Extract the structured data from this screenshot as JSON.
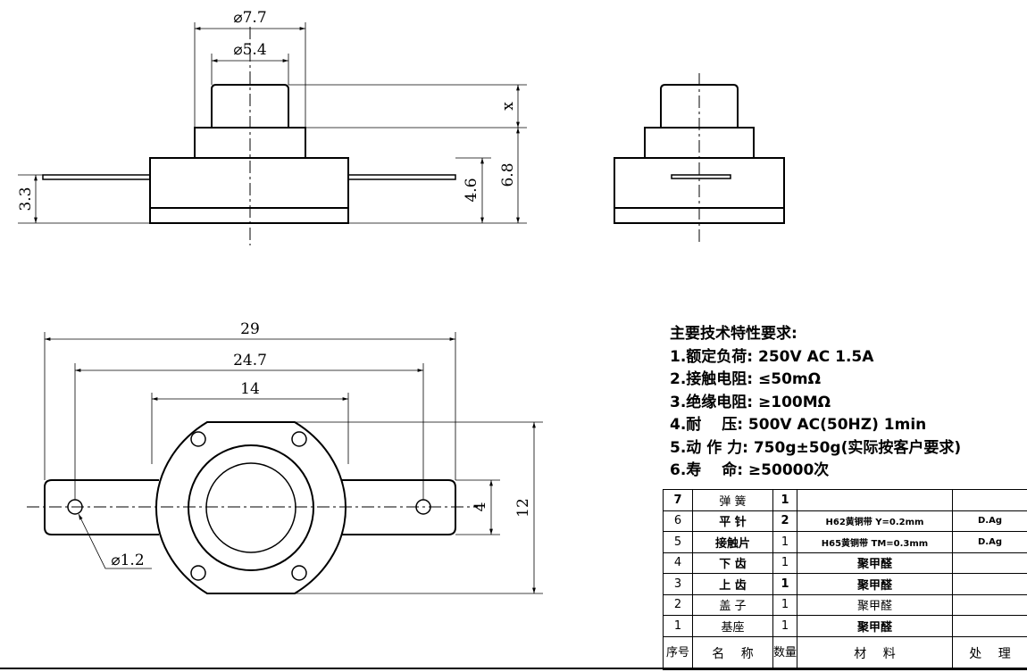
{
  "dimensions": {
    "d_outer": "⌀7.7",
    "d_inner": "⌀5.4",
    "x": "x",
    "h_total": "6.8",
    "h_body": "4.6",
    "h_pin": "3.3",
    "w_overall": "29",
    "w_holes": "24.7",
    "w_body": "14",
    "w_pin": "4",
    "h_plan": "12",
    "d_hole": "⌀1.2"
  },
  "specs": {
    "title": "主要技术特性要求:",
    "lines": [
      "1.额定负荷: 250V AC 1.5A",
      "2.接触电阻: ≤50mΩ",
      "3.绝缘电阻: ≥100MΩ",
      "4.耐　 压: 500V AC(50HZ) 1min",
      "5.动 作 力: 750g±50g(实际按客户要求)",
      "6.寿　 命: ≥50000次"
    ]
  },
  "bom": {
    "rows": [
      {
        "no": "7",
        "name": "弹 簧",
        "qty": "1",
        "material": "",
        "treatment": ""
      },
      {
        "no": "6",
        "name": "平 针",
        "qty": "2",
        "material": "H62黄铜带 Y=0.2mm",
        "treatment": "D.Ag"
      },
      {
        "no": "5",
        "name": "接触片",
        "qty": "1",
        "material": "H65黄铜带 TM=0.3mm",
        "treatment": "D.Ag"
      },
      {
        "no": "4",
        "name": "下 齿",
        "qty": "1",
        "material": "聚甲醛",
        "treatment": ""
      },
      {
        "no": "3",
        "name": "上 齿",
        "qty": "1",
        "material": "聚甲醛",
        "treatment": ""
      },
      {
        "no": "2",
        "name": "盖 子",
        "qty": "1",
        "material": "聚甲醛",
        "treatment": ""
      },
      {
        "no": "1",
        "name": "基座",
        "qty": "1",
        "material": "聚甲醛",
        "treatment": ""
      }
    ],
    "header": {
      "no": "序号",
      "name": "名　 称",
      "qty": "数量",
      "material": "材　 料",
      "treatment": "处　 理"
    }
  }
}
